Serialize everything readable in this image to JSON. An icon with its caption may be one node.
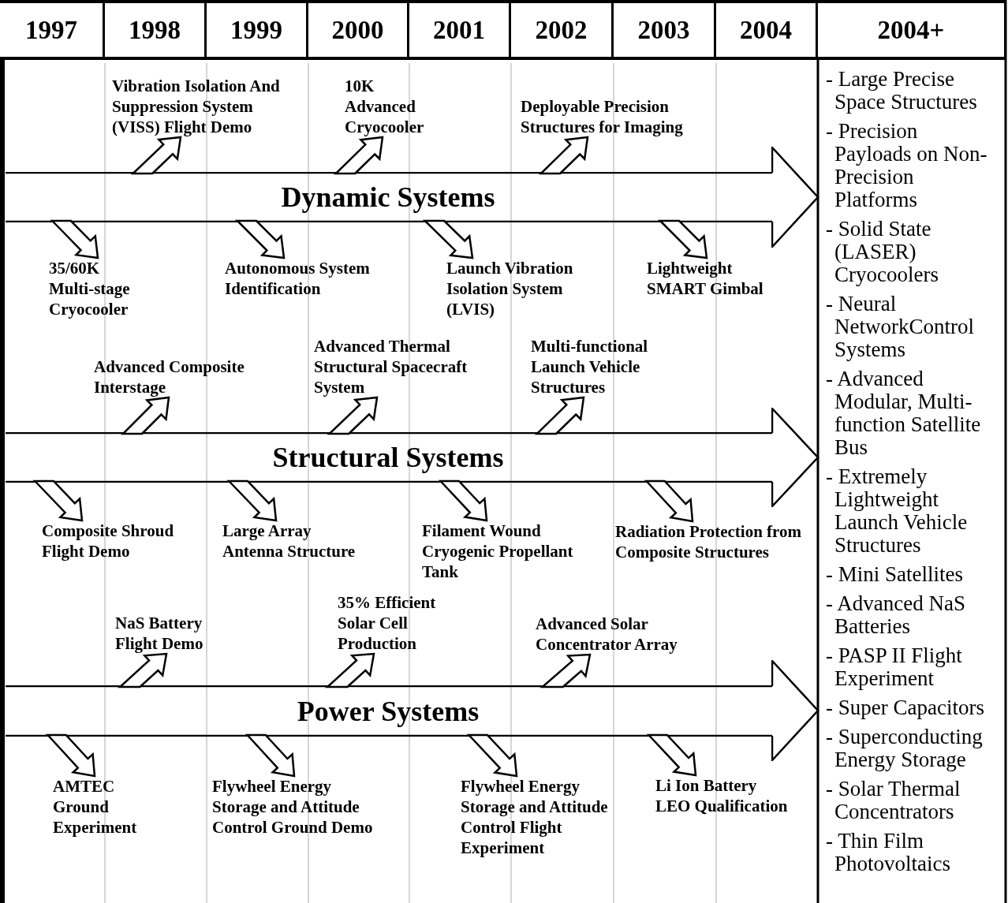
{
  "diagram": {
    "nodes": [
      {
        "text": [
          "Dynamic Systems"
        ]
      },
      {
        "text": [
          "Vibration Isolation And Suppression System (VISS) Flight Demo"
        ]
      },
      {
        "text": [
          "10K Advanced Cryocooler"
        ]
      },
      {
        "text": [
          "Deployable Precision Structures for Imaging"
        ]
      },
      {
        "text": [
          "35/60K Multi-stage Cryocooler"
        ]
      },
      {
        "text": [
          "Autonomous System Identification"
        ]
      },
      {
        "text": [
          "Launch Vibration Isolation System (LVIS)"
        ]
      },
      {
        "text": [
          "Lightweight SMART Gimbal"
        ]
      },
      {
        "text": [
          "Structural Systems"
        ]
      },
      {
        "text": [
          "Advanced Composite Interstage"
        ]
      },
      {
        "text": [
          "Advanced Thermal Structural Spacecraft System"
        ]
      },
      {
        "text": [
          "Multi-functional Launch Vehicle Structures"
        ]
      },
      {
        "text": [
          "Composite Shroud Flight Demo"
        ]
      },
      {
        "text": [
          "Large Array Antenna Structure"
        ]
      },
      {
        "text": [
          "Filament Wound Cryogenic Propellant Tank"
        ]
      },
      {
        "text": [
          "Radiation Protection from Composite Structures"
        ]
      },
      {
        "text": [
          "Power Systems"
        ]
      },
      {
        "text": [
          "NaS Battery Flight Demo"
        ]
      },
      {
        "text": [
          "35% Efficient Solar Cell Production"
        ]
      },
      {
        "text": [
          "Advanced Solar Concentrator Array"
        ]
      },
      {
        "text": [
          "AMTEC Ground Experiment"
        ]
      },
      {
        "text": [
          "Flywheel Energy Storage and Attitude Control Ground Demo"
        ]
      },
      {
        "text": [
          "Flywheel Energy Storage and Attitude Control Flight Experiment"
        ]
      },
      {
        "text": [
          "Li Ion Battery LEO Qualification"
        ]
      }
    ],
    "edges": [
      {
        "from": 0,
        "to": 1,
        "arrow": "to"
      },
      {
        "from": 0,
        "to": 2,
        "arrow": "to"
      },
      {
        "from": 0,
        "to": 3,
        "arrow": "to"
      },
      {
        "from": 0,
        "to": 4,
        "arrow": "to"
      },
      {
        "from": 0,
        "to": 5,
        "arrow": "to"
      },
      {
        "from": 0,
        "to": 6,
        "arrow": "to"
      },
      {
        "from": 0,
        "to": 7,
        "arrow": "to"
      },
      {
        "from": 8,
        "to": 9,
        "arrow": "to"
      },
      {
        "from": 8,
        "to": 10,
        "arrow": "to"
      },
      {
        "from": 8,
        "to": 11,
        "arrow": "to"
      },
      {
        "from": 8,
        "to": 12,
        "arrow": "to"
      },
      {
        "from": 8,
        "to": 13,
        "arrow": "to"
      },
      {
        "from": 8,
        "to": 14,
        "arrow": "to"
      },
      {
        "from": 8,
        "to": 15,
        "arrow": "to"
      },
      {
        "from": 16,
        "to": 17,
        "arrow": "to"
      },
      {
        "from": 16,
        "to": 18,
        "arrow": "to"
      },
      {
        "from": 16,
        "to": 19,
        "arrow": "to"
      },
      {
        "from": 16,
        "to": 20,
        "arrow": "to"
      },
      {
        "from": 16,
        "to": 21,
        "arrow": "to"
      },
      {
        "from": 16,
        "to": 22,
        "arrow": "to"
      },
      {
        "from": 16,
        "to": 23,
        "arrow": "to"
      }
    ],
    "labels": [
      "1997",
      "1998",
      "1999",
      "2000",
      "2001",
      "2002",
      "2003",
      "2004",
      "2004+",
      "- Large Precise Space Structures",
      "- Precision Payloads on Non-Precision Platforms",
      "- Solid State (LASER) Cryocoolers",
      "- Neural NetworkControl Systems",
      "- Advanced Modular, Multi-function Satellite Bus",
      "- Extremely Lightweight Launch Vehicle Structures",
      "- Mini Satellites",
      "- Advanced NaS Batteries",
      "- PASP II Flight Experiment",
      "- Super Capacitors",
      "- Superconducting Energy Storage",
      "- Solar Thermal Concentrators",
      "- Thin Film Photovoltaics"
    ]
  }
}
